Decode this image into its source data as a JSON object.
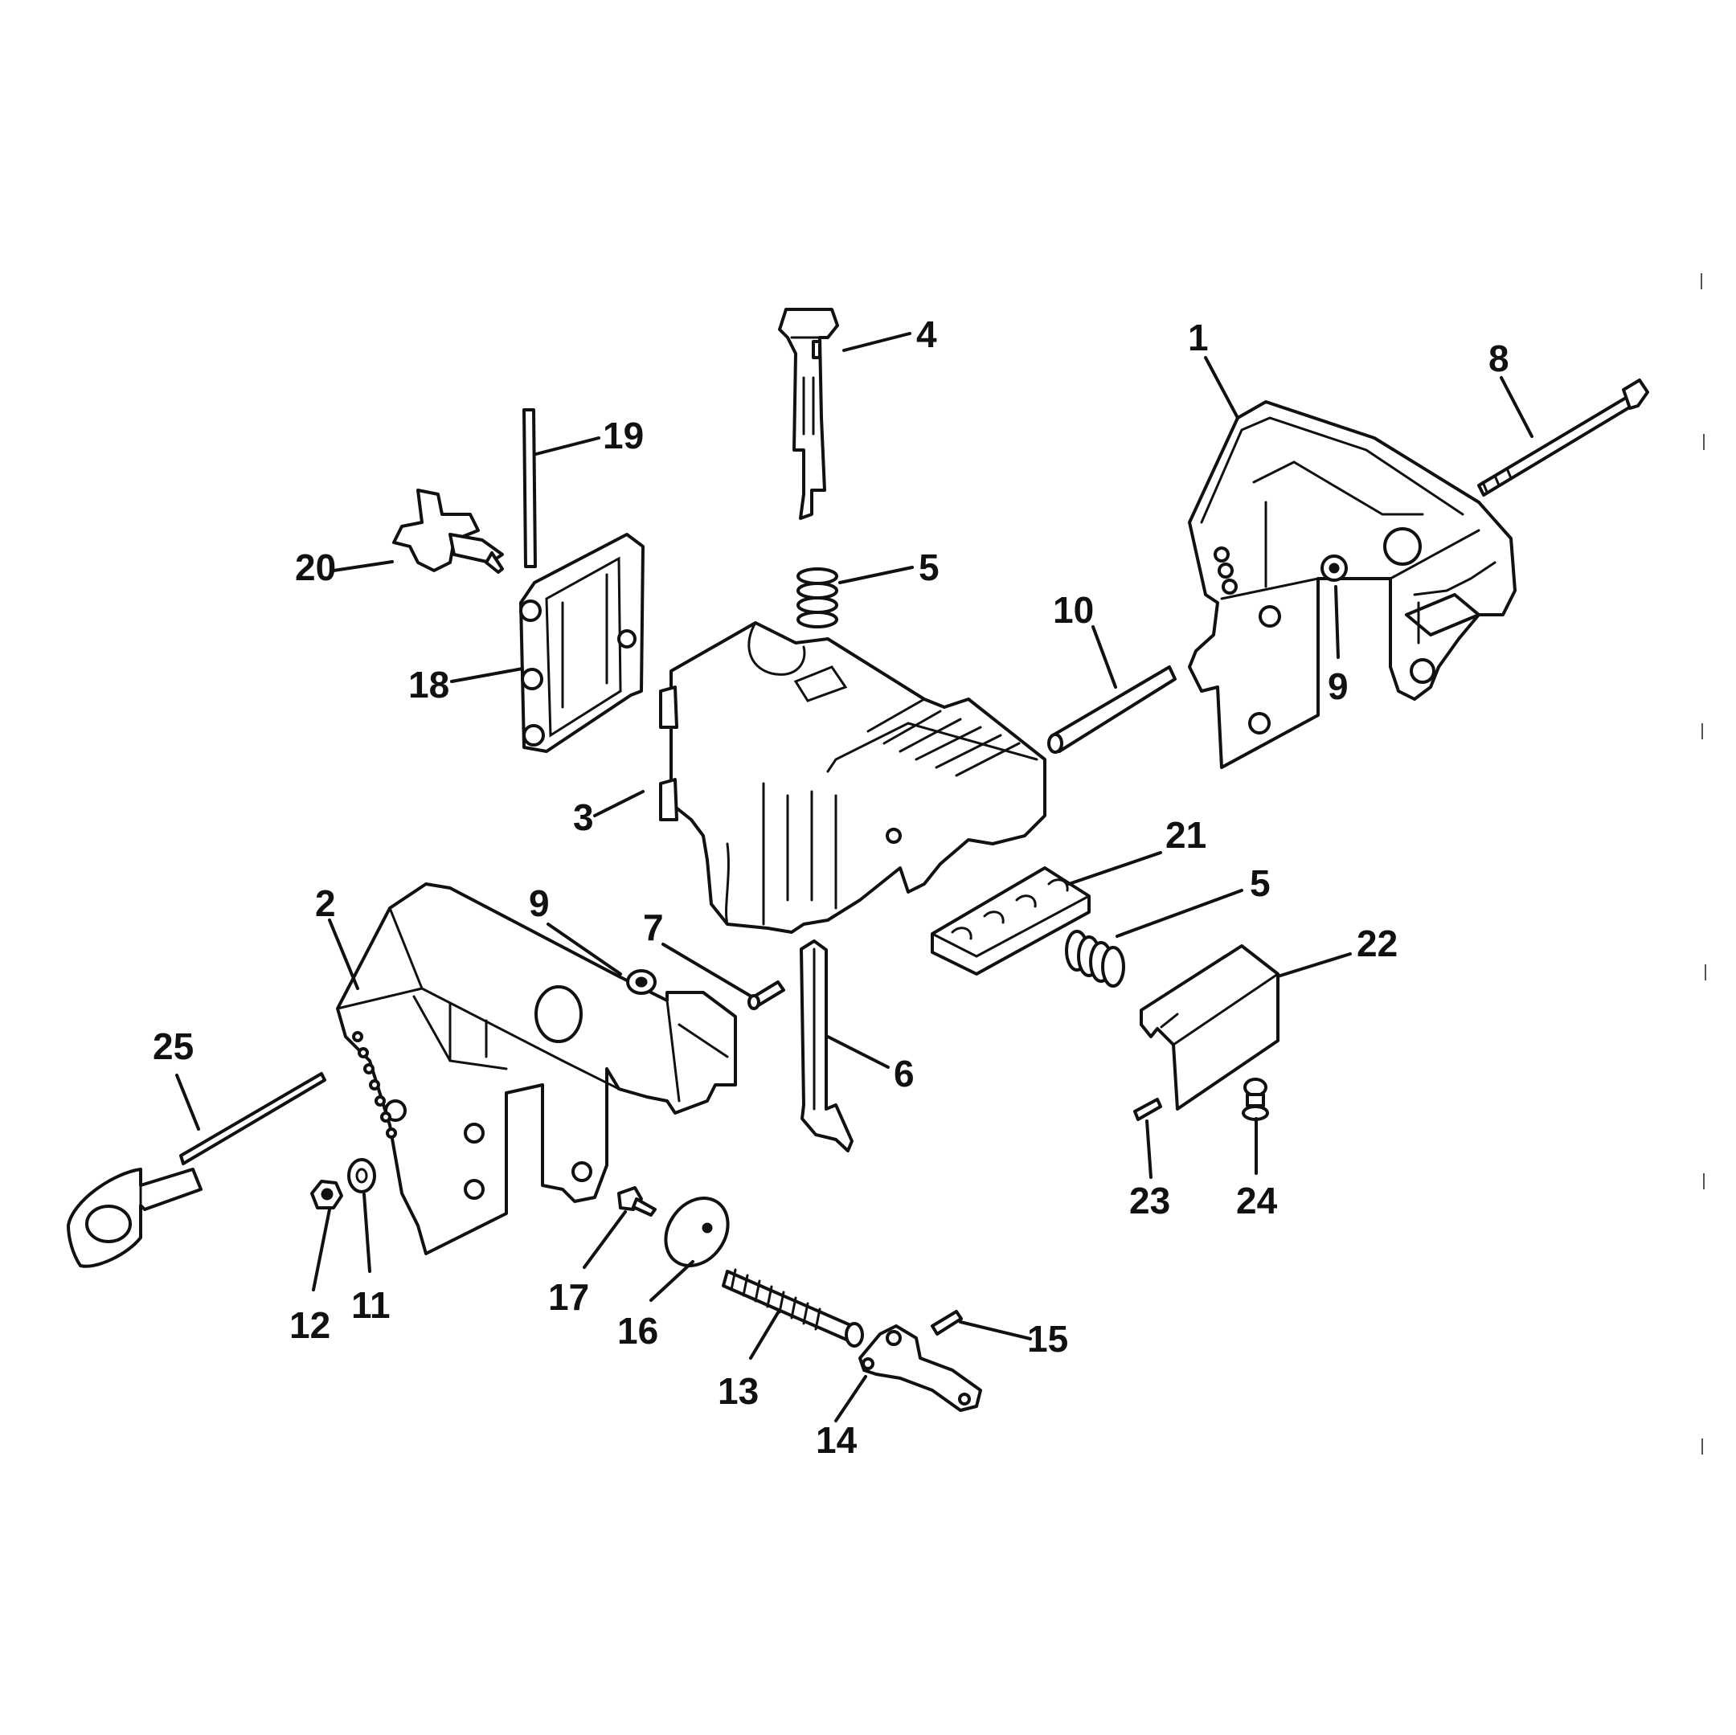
{
  "diagram": {
    "parts": [
      {
        "key": "part-1",
        "label": "1"
      },
      {
        "key": "part-2",
        "label": "2"
      },
      {
        "key": "part-3",
        "label": "3"
      },
      {
        "key": "part-4",
        "label": "4"
      },
      {
        "key": "part-5a",
        "label": "5"
      },
      {
        "key": "part-5b",
        "label": "5"
      },
      {
        "key": "part-6",
        "label": "6"
      },
      {
        "key": "part-7",
        "label": "7"
      },
      {
        "key": "part-8",
        "label": "8"
      },
      {
        "key": "part-9a",
        "label": "9"
      },
      {
        "key": "part-9b",
        "label": "9"
      },
      {
        "key": "part-10",
        "label": "10"
      },
      {
        "key": "part-11",
        "label": "11"
      },
      {
        "key": "part-12",
        "label": "12"
      },
      {
        "key": "part-13",
        "label": "13"
      },
      {
        "key": "part-14",
        "label": "14"
      },
      {
        "key": "part-15",
        "label": "15"
      },
      {
        "key": "part-16",
        "label": "16"
      },
      {
        "key": "part-17",
        "label": "17"
      },
      {
        "key": "part-18",
        "label": "18"
      },
      {
        "key": "part-19",
        "label": "19"
      },
      {
        "key": "part-20",
        "label": "20"
      },
      {
        "key": "part-21",
        "label": "21"
      },
      {
        "key": "part-22",
        "label": "22"
      },
      {
        "key": "part-23",
        "label": "23"
      },
      {
        "key": "part-24",
        "label": "24"
      },
      {
        "key": "part-25",
        "label": "25"
      }
    ]
  }
}
